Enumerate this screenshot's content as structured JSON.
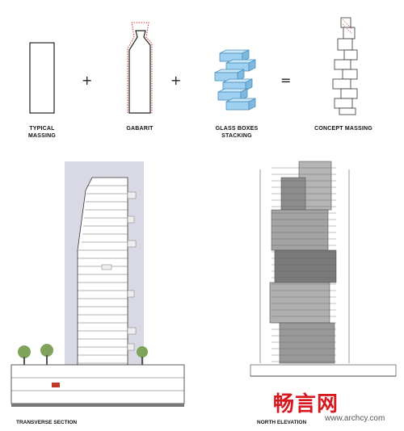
{
  "concept": {
    "labels": {
      "typical": "TYPICAL\nMASSING",
      "gabarit": "GABARIT",
      "glass": "GLASS BOXES\nSTACKING",
      "concept": "CONCEPT MASSING"
    },
    "operators": {
      "plus1": "+",
      "plus2": "+",
      "equals": "="
    }
  },
  "drawings": {
    "section_caption": "TRANSVERSE SECTION",
    "elevation_caption": "NORTH ELEVATION"
  },
  "watermark": {
    "logo": "畅言网",
    "url": "www.archcy.com"
  },
  "colors": {
    "glass_blue": "#9fd0ef",
    "gabarit_red": "#c0392b",
    "building_grey": "#9a9a9a",
    "section_panel": "#d9d9e6",
    "watermark_red": "#d6191f"
  }
}
